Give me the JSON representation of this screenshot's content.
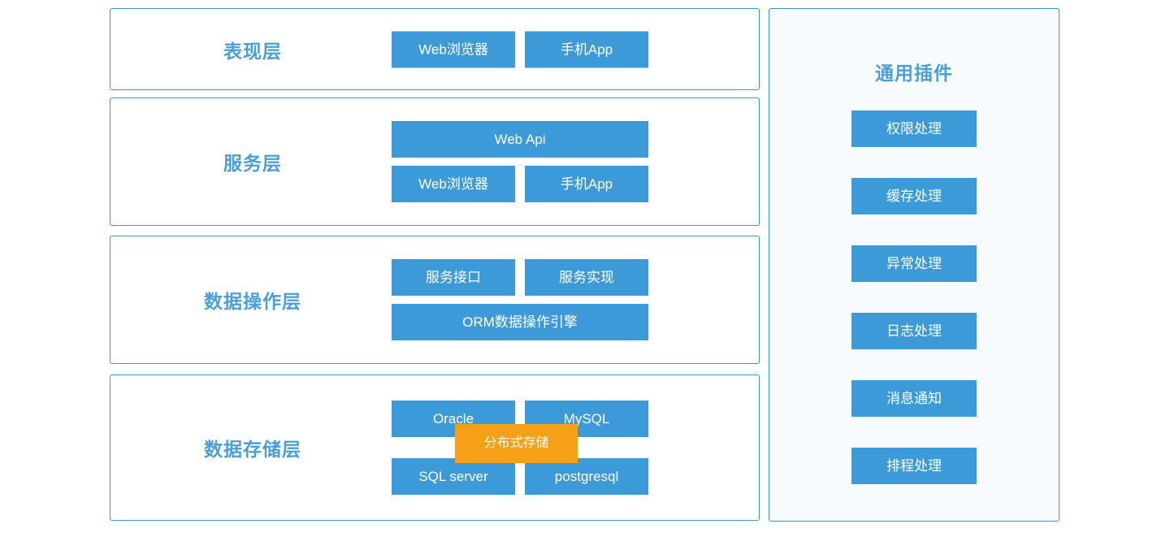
{
  "diagram": {
    "colors": {
      "box_blue": "#3d9ad8",
      "box_orange": "#f5a017",
      "panel_border": "#3d92d0",
      "title_blue": "#4a9fd8",
      "plugins_panel_bg": "#f7fbfe"
    },
    "layers": [
      {
        "id": "presentation",
        "title": "表现层",
        "rows": [
          {
            "boxes": [
              {
                "label": "Web浏览器",
                "size": "half"
              },
              {
                "label": "手机App",
                "size": "half"
              }
            ]
          }
        ]
      },
      {
        "id": "service",
        "title": "服务层",
        "rows": [
          {
            "boxes": [
              {
                "label": "Web Api",
                "size": "full"
              }
            ]
          },
          {
            "boxes": [
              {
                "label": "Web浏览器",
                "size": "half"
              },
              {
                "label": "手机App",
                "size": "half"
              }
            ]
          }
        ]
      },
      {
        "id": "data-operation",
        "title": "数据操作层",
        "rows": [
          {
            "boxes": [
              {
                "label": "服务接口",
                "size": "half"
              },
              {
                "label": "服务实现",
                "size": "half"
              }
            ]
          },
          {
            "boxes": [
              {
                "label": "ORM数据操作引擎",
                "size": "full"
              }
            ]
          }
        ]
      },
      {
        "id": "data-storage",
        "title": "数据存储层",
        "rows": [
          {
            "boxes": [
              {
                "label": "Oracle",
                "size": "half"
              },
              {
                "label": "MySQL",
                "size": "half"
              }
            ]
          },
          {
            "boxes": [
              {
                "label": "SQL server",
                "size": "half"
              },
              {
                "label": "postgresql",
                "size": "half"
              }
            ]
          }
        ]
      }
    ],
    "overlay": {
      "label": "分布式存储"
    },
    "plugins": {
      "title": "通用插件",
      "items": [
        {
          "label": "权限处理"
        },
        {
          "label": "缓存处理"
        },
        {
          "label": "异常处理"
        },
        {
          "label": "日志处理"
        },
        {
          "label": "消息通知"
        },
        {
          "label": "排程处理"
        }
      ]
    }
  }
}
